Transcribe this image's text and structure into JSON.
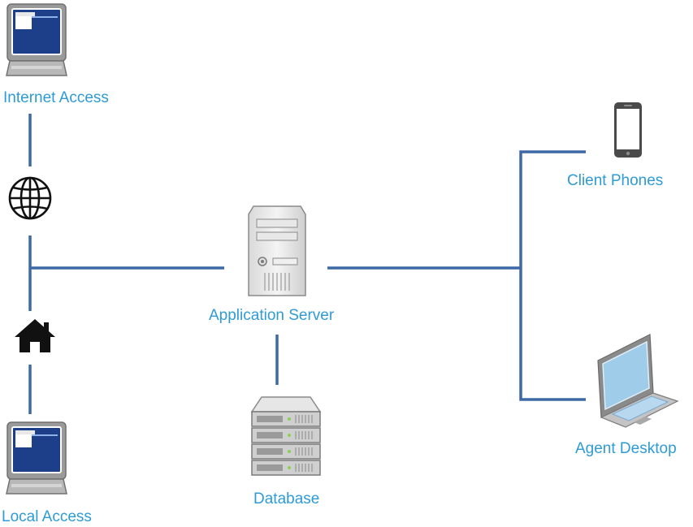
{
  "colors": {
    "link": "#3d6aa6",
    "label": "#2e9bd6"
  },
  "nodes": {
    "internet_access": {
      "label": "Internet Access",
      "icon": "desktop-computer-icon"
    },
    "internet": {
      "icon": "globe-icon"
    },
    "home": {
      "icon": "home-icon"
    },
    "local_access": {
      "label": "Local Access",
      "icon": "desktop-computer-icon"
    },
    "application_server": {
      "label": "Application Server",
      "icon": "tower-server-icon"
    },
    "database": {
      "label": "Database",
      "icon": "rack-server-icon"
    },
    "client_phones": {
      "label": "Client Phones",
      "icon": "smartphone-icon"
    },
    "agent_desktop": {
      "label": "Agent Desktop",
      "icon": "laptop-icon"
    }
  }
}
